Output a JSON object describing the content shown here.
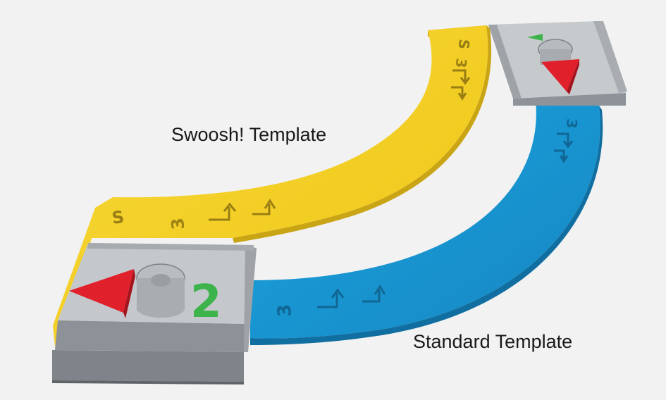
{
  "labels": {
    "swoosh": "Swoosh! Template",
    "standard": "Standard Template"
  },
  "engravings": {
    "speed_s": "S",
    "speed_3": "3",
    "speed_2": "2"
  },
  "colors": {
    "background": "#f2f2f2",
    "swoosh_template": "#f2cf1f",
    "standard_template": "#1a9ad6",
    "base": "#a7abb1",
    "arrow_red": "#e0202b",
    "digit_green": "#3cb44b"
  },
  "icons": [
    "red-direction-triangle-icon",
    "turn-arrow-icon",
    "bank-arrow-icon"
  ]
}
